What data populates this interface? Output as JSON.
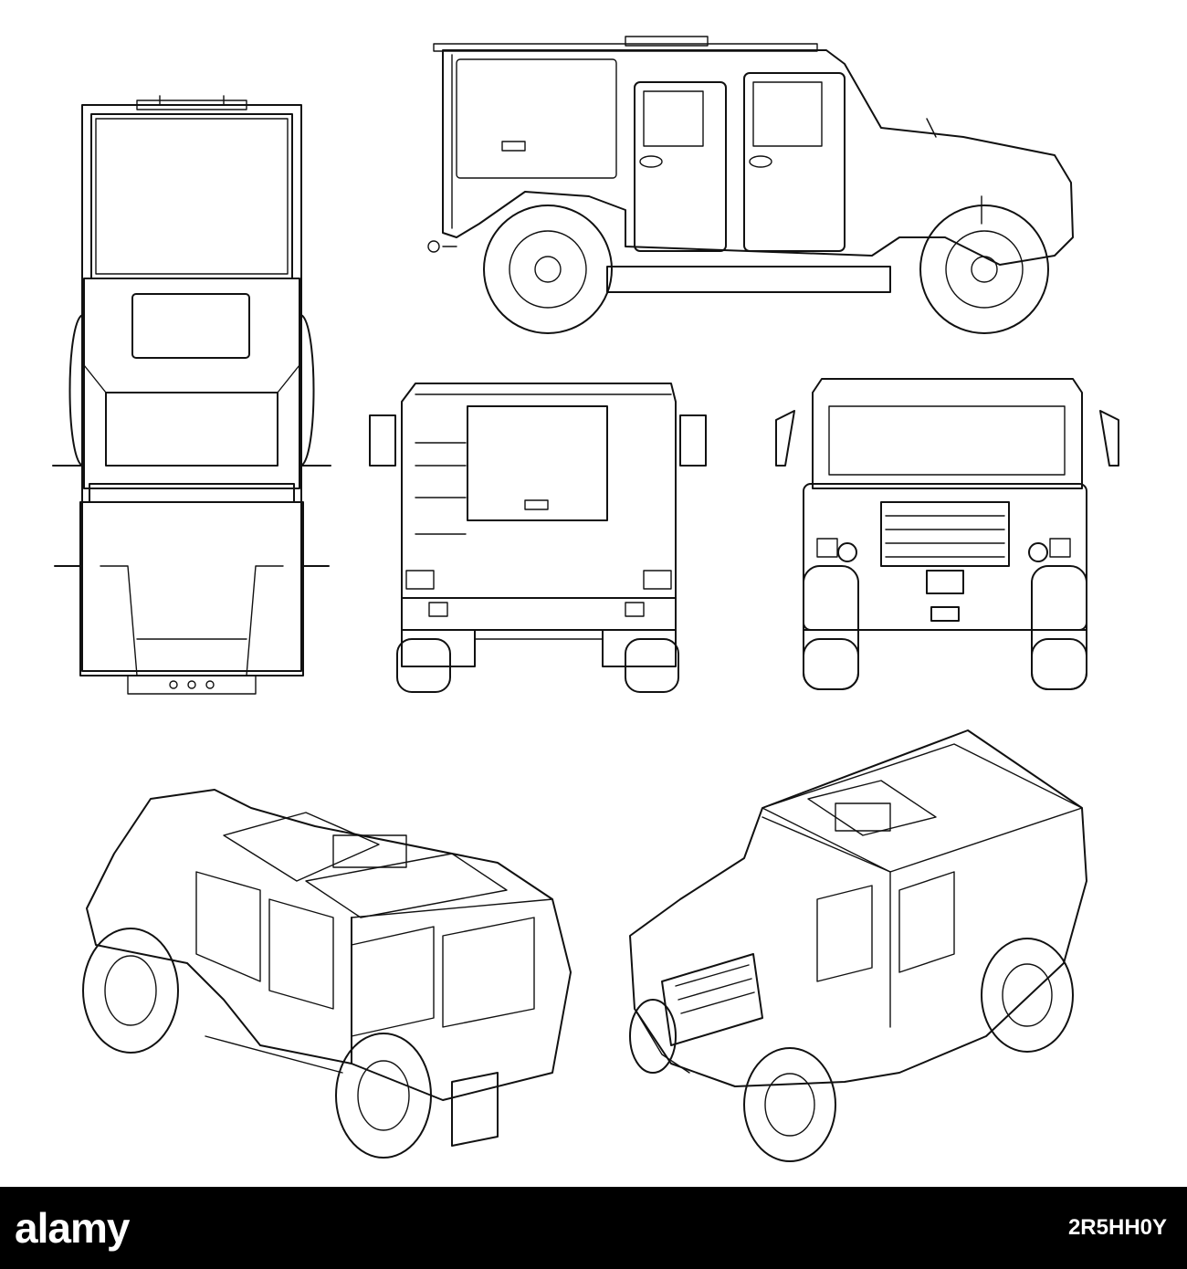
{
  "footer": {
    "brand": "alamy",
    "image_id": "2R5HH0Y",
    "background": "#000000",
    "text_color": "#ffffff"
  },
  "line_color": "#111111",
  "views": [
    "top",
    "side",
    "rear",
    "front",
    "iso-rear",
    "iso-front"
  ]
}
